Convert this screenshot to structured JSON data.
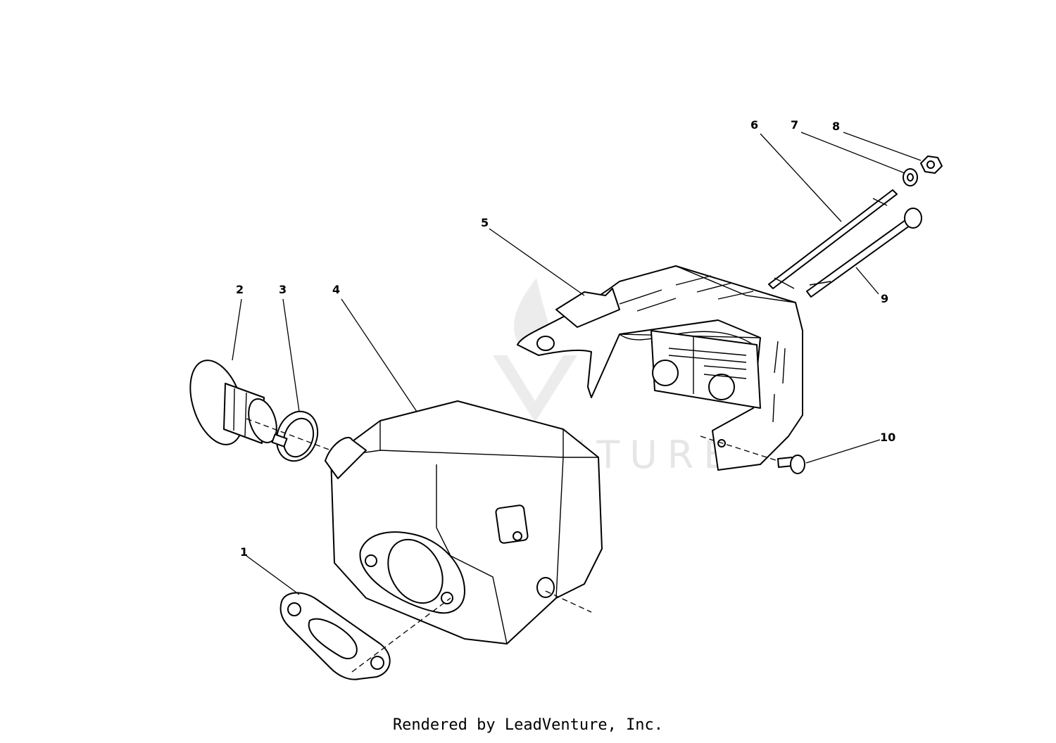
{
  "diagram": {
    "callouts": [
      {
        "id": "1",
        "label": "1"
      },
      {
        "id": "2",
        "label": "2"
      },
      {
        "id": "3",
        "label": "3"
      },
      {
        "id": "4",
        "label": "4"
      },
      {
        "id": "5",
        "label": "5"
      },
      {
        "id": "6",
        "label": "6"
      },
      {
        "id": "7",
        "label": "7"
      },
      {
        "id": "8",
        "label": "8"
      },
      {
        "id": "9",
        "label": "9"
      },
      {
        "id": "10",
        "label": "10"
      }
    ],
    "watermark": "LEADVENTURE"
  },
  "footer": {
    "text": "Rendered by LeadVenture, Inc."
  }
}
